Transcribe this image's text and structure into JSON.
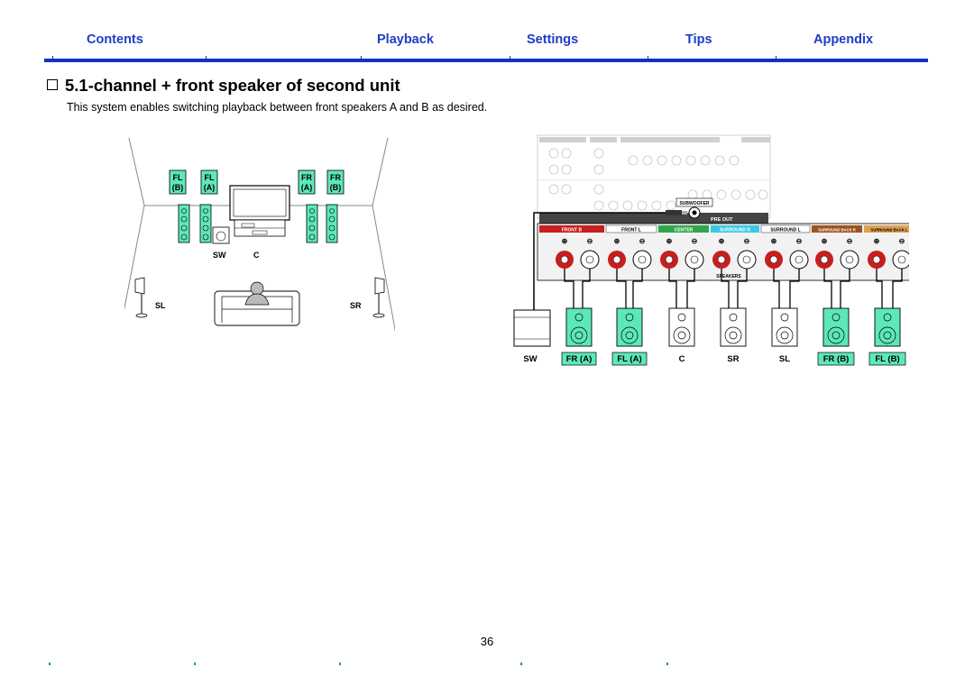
{
  "nav": {
    "contents": "Contents",
    "playback": "Playback",
    "settings": "Settings",
    "tips": "Tips",
    "appendix": "Appendix"
  },
  "section": {
    "title": "5.1-channel + front speaker of second unit",
    "intro": "This system enables switching playback between front speakers A and B as desired."
  },
  "room": {
    "fl_b": [
      "FL",
      "(B)"
    ],
    "fl_a": [
      "FL",
      "(A)"
    ],
    "fr_a": [
      "FR",
      "(A)"
    ],
    "fr_b": [
      "FR",
      "(B)"
    ],
    "sw": "SW",
    "c": "C",
    "sl": "SL",
    "sr": "SR"
  },
  "receiver": {
    "terminals": [
      "FRONT B",
      "FRONT L",
      "CENTER",
      "SURROUND R",
      "SURROUND L",
      "SURROUND BACK R",
      "SURROUND BACK L"
    ],
    "pre_out": "PRE OUT",
    "subwoofer": "SUBWOOFER",
    "speakers": "SPEAKERS"
  },
  "speakers_row": [
    {
      "label": "SW",
      "boxed": false
    },
    {
      "label": "FR (A)",
      "boxed": true
    },
    {
      "label": "FL (A)",
      "boxed": true
    },
    {
      "label": "C",
      "boxed": false
    },
    {
      "label": "SR",
      "boxed": false
    },
    {
      "label": "SL",
      "boxed": false
    },
    {
      "label": "FR (B)",
      "boxed": true
    },
    {
      "label": "FL (B)",
      "boxed": true
    }
  ],
  "colors": {
    "nav_text": "#1e3cc8",
    "nav_bar": "#1530c8",
    "speaker_green": "#5de8b8",
    "terminal_red": "#c81e1e",
    "terminal_green": "#2ea84a",
    "terminal_cyan": "#38c8e6",
    "terminal_brown": "#a0521e",
    "terminal_tan": "#e0a050"
  },
  "page_number": "36"
}
